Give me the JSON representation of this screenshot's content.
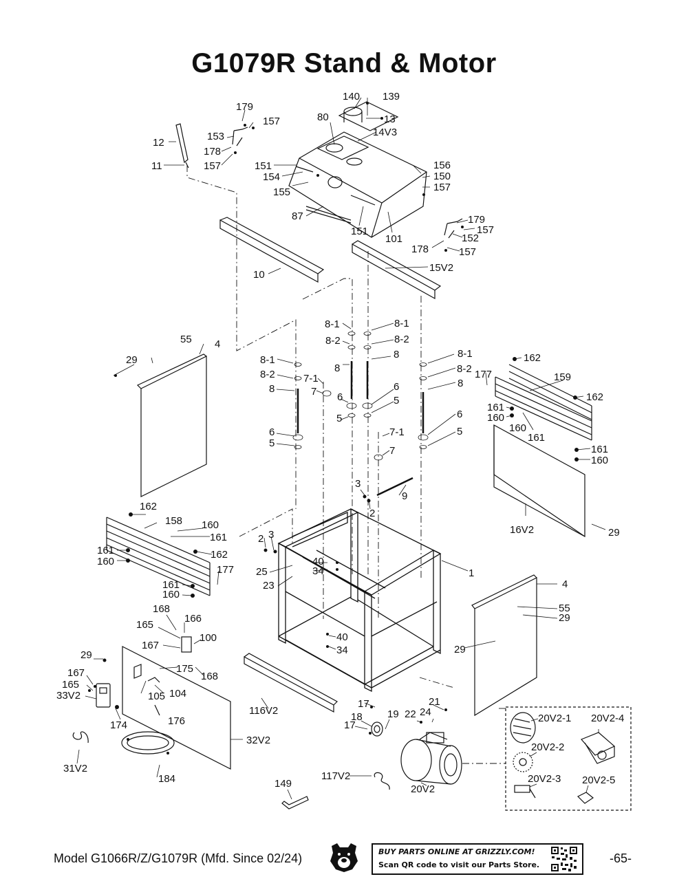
{
  "title": "G1079R Stand & Motor",
  "footer": {
    "model": "Model G1066R/Z/G1079R (Mfd. Since 02/24)",
    "page": "-65-",
    "buy_line1": "BUY PARTS ONLINE AT GRIZZLY.COM!",
    "buy_line2": "Scan QR code to visit our Parts Store."
  },
  "icons": [
    "grizzly-bear-logo-icon",
    "qr-code-icon"
  ],
  "part_labels": [
    {
      "id": "l1",
      "text": "140"
    },
    {
      "id": "l2",
      "text": "139"
    },
    {
      "id": "l3",
      "text": "179"
    },
    {
      "id": "l4",
      "text": "80"
    },
    {
      "id": "l5",
      "text": "13"
    },
    {
      "id": "l6",
      "text": "157"
    },
    {
      "id": "l7",
      "text": "14V3"
    },
    {
      "id": "l8",
      "text": "153"
    },
    {
      "id": "l9",
      "text": "12"
    },
    {
      "id": "l10",
      "text": "178"
    },
    {
      "id": "l11",
      "text": "11"
    },
    {
      "id": "l12",
      "text": "157"
    },
    {
      "id": "l13",
      "text": "151"
    },
    {
      "id": "l14",
      "text": "156"
    },
    {
      "id": "l15",
      "text": "154"
    },
    {
      "id": "l16",
      "text": "150"
    },
    {
      "id": "l17",
      "text": "157"
    },
    {
      "id": "l18",
      "text": "155"
    },
    {
      "id": "l19",
      "text": "87"
    },
    {
      "id": "l20",
      "text": "151"
    },
    {
      "id": "l21",
      "text": "101"
    },
    {
      "id": "l22",
      "text": "179"
    },
    {
      "id": "l23",
      "text": "157"
    },
    {
      "id": "l24",
      "text": "152"
    },
    {
      "id": "l25",
      "text": "178"
    },
    {
      "id": "l26",
      "text": "157"
    },
    {
      "id": "l27",
      "text": "15V2"
    },
    {
      "id": "l28",
      "text": "10"
    },
    {
      "id": "l29",
      "text": "8-1"
    },
    {
      "id": "l30",
      "text": "8-1"
    },
    {
      "id": "l31",
      "text": "8-2"
    },
    {
      "id": "l32",
      "text": "8-2"
    },
    {
      "id": "l33",
      "text": "55"
    },
    {
      "id": "l34",
      "text": "4"
    },
    {
      "id": "l35",
      "text": "8"
    },
    {
      "id": "l36",
      "text": "8"
    },
    {
      "id": "l37",
      "text": "8-1"
    },
    {
      "id": "l38",
      "text": "29"
    },
    {
      "id": "l39",
      "text": "8-1"
    },
    {
      "id": "l40",
      "text": "162"
    },
    {
      "id": "l41",
      "text": "8-2"
    },
    {
      "id": "l42",
      "text": "7-1"
    },
    {
      "id": "l43",
      "text": "8-2"
    },
    {
      "id": "l44",
      "text": "177"
    },
    {
      "id": "l45",
      "text": "159"
    },
    {
      "id": "l46",
      "text": "6"
    },
    {
      "id": "l47",
      "text": "8"
    },
    {
      "id": "l48",
      "text": "7"
    },
    {
      "id": "l49",
      "text": "8"
    },
    {
      "id": "l50",
      "text": "6"
    },
    {
      "id": "l51",
      "text": "162"
    },
    {
      "id": "l52",
      "text": "5"
    },
    {
      "id": "l53",
      "text": "5"
    },
    {
      "id": "l54",
      "text": "161"
    },
    {
      "id": "l55",
      "text": "160"
    },
    {
      "id": "l56",
      "text": "6"
    },
    {
      "id": "l57",
      "text": "6"
    },
    {
      "id": "l58",
      "text": "160"
    },
    {
      "id": "l59",
      "text": "7-1"
    },
    {
      "id": "l60",
      "text": "161"
    },
    {
      "id": "l61",
      "text": "5"
    },
    {
      "id": "l62",
      "text": "5"
    },
    {
      "id": "l63",
      "text": "7"
    },
    {
      "id": "l64",
      "text": "161"
    },
    {
      "id": "l65",
      "text": "160"
    },
    {
      "id": "l66",
      "text": "3"
    },
    {
      "id": "l67",
      "text": "9"
    },
    {
      "id": "l68",
      "text": "162"
    },
    {
      "id": "l69",
      "text": "2"
    },
    {
      "id": "l70",
      "text": "158"
    },
    {
      "id": "l71",
      "text": "160"
    },
    {
      "id": "l72",
      "text": "16V2"
    },
    {
      "id": "l73",
      "text": "29"
    },
    {
      "id": "l74",
      "text": "3"
    },
    {
      "id": "l75",
      "text": "161"
    },
    {
      "id": "l76",
      "text": "2"
    },
    {
      "id": "l77",
      "text": "161"
    },
    {
      "id": "l78",
      "text": "162"
    },
    {
      "id": "l79",
      "text": "160"
    },
    {
      "id": "l80",
      "text": "40"
    },
    {
      "id": "l81",
      "text": "177"
    },
    {
      "id": "l82",
      "text": "25"
    },
    {
      "id": "l83",
      "text": "34"
    },
    {
      "id": "l84",
      "text": "1"
    },
    {
      "id": "l85",
      "text": "23"
    },
    {
      "id": "l86",
      "text": "161"
    },
    {
      "id": "l87",
      "text": "4"
    },
    {
      "id": "l88",
      "text": "160"
    },
    {
      "id": "l89",
      "text": "168"
    },
    {
      "id": "l90",
      "text": "55"
    },
    {
      "id": "l91",
      "text": "166"
    },
    {
      "id": "l92",
      "text": "29"
    },
    {
      "id": "l93",
      "text": "165"
    },
    {
      "id": "l94",
      "text": "100"
    },
    {
      "id": "l95",
      "text": "40"
    },
    {
      "id": "l96",
      "text": "167"
    },
    {
      "id": "l97",
      "text": "34"
    },
    {
      "id": "l98",
      "text": "29"
    },
    {
      "id": "l99",
      "text": "29"
    },
    {
      "id": "l100",
      "text": "175"
    },
    {
      "id": "l101",
      "text": "167"
    },
    {
      "id": "l102",
      "text": "168"
    },
    {
      "id": "l103",
      "text": "165"
    },
    {
      "id": "l104",
      "text": "104"
    },
    {
      "id": "l105",
      "text": "33V2"
    },
    {
      "id": "l106",
      "text": "105"
    },
    {
      "id": "l107",
      "text": "116V2"
    },
    {
      "id": "l108",
      "text": "17"
    },
    {
      "id": "l109",
      "text": "21"
    },
    {
      "id": "l110",
      "text": "176"
    },
    {
      "id": "l111",
      "text": "19"
    },
    {
      "id": "l112",
      "text": "22"
    },
    {
      "id": "l113",
      "text": "24"
    },
    {
      "id": "l114",
      "text": "20V2-1"
    },
    {
      "id": "l115",
      "text": "20V2-4"
    },
    {
      "id": "l116",
      "text": "174"
    },
    {
      "id": "l117",
      "text": "18"
    },
    {
      "id": "l118",
      "text": "17"
    },
    {
      "id": "l119",
      "text": "32V2"
    },
    {
      "id": "l120",
      "text": "20V2-2"
    },
    {
      "id": "l121",
      "text": "31V2"
    },
    {
      "id": "l122",
      "text": "184"
    },
    {
      "id": "l123",
      "text": "117V2"
    },
    {
      "id": "l124",
      "text": "20V2-3"
    },
    {
      "id": "l125",
      "text": "20V2-5"
    },
    {
      "id": "l126",
      "text": "149"
    },
    {
      "id": "l127",
      "text": "20V2"
    }
  ]
}
